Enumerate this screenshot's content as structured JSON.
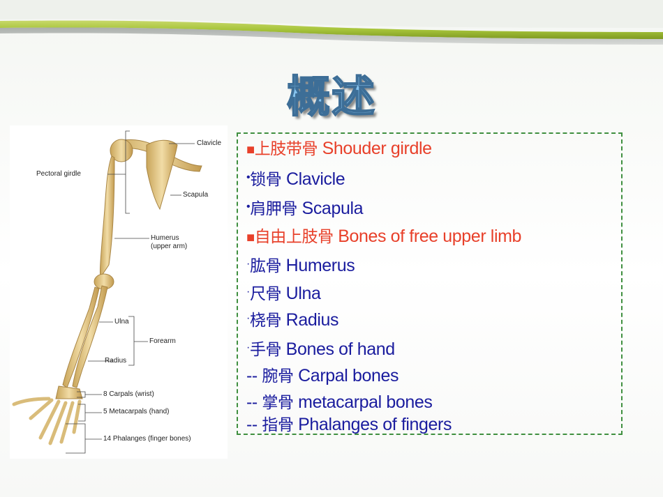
{
  "slide": {
    "title": "概述"
  },
  "figure": {
    "labels": {
      "clavicle": "Clavicle",
      "pectoral_girdle": "Pectoral girdle",
      "scapula": "Scapula",
      "humerus_1": "Humerus",
      "humerus_2": "(upper arm)",
      "ulna": "Ulna",
      "forearm": "Forearm",
      "radius": "Radius",
      "carpals": "8 Carpals (wrist)",
      "metacarpals": "5 Metacarpals (hand)",
      "phalanges": "14 Phalanges (finger bones)"
    }
  },
  "content": {
    "items": [
      {
        "bullet": "■",
        "zh": "上肢带骨",
        "en": " Shouder girdle",
        "color": "#e8402a"
      },
      {
        "bullet": "•",
        "zh": "锁骨",
        "en": " Clavicle",
        "color": "#1a1c9e"
      },
      {
        "bullet": "•",
        "zh": "肩胛骨",
        "en": " Scapula",
        "color": "#1a1c9e"
      },
      {
        "bullet": "■",
        "zh": "自由上肢骨",
        "en": " Bones of free upper limb",
        "color": "#e8402a"
      },
      {
        "bullet": "·",
        "zh": "肱骨",
        "en": " Humerus",
        "color": "#1a1c9e"
      },
      {
        "bullet": "·",
        "zh": "尺骨",
        "en": " Ulna",
        "color": "#1a1c9e"
      },
      {
        "bullet": "·",
        "zh": "桡骨",
        "en": " Radius",
        "color": "#1a1c9e"
      },
      {
        "bullet": "·",
        "zh": "手骨",
        "en": " Bones of hand",
        "color": "#1a1c9e"
      },
      {
        "bullet": "-- ",
        "zh": "腕骨",
        "en": " Carpal bones",
        "color": "#1a1c9e"
      },
      {
        "bullet": "-- ",
        "zh": "掌骨",
        "en": " metacarpal bones",
        "color": "#1a1c9e"
      },
      {
        "bullet": "-- ",
        "zh": "指骨",
        "en": " Phalanges of fingers",
        "color": "#1a1c9e"
      }
    ]
  },
  "colors": {
    "accent_band": "#a6c43a",
    "title_fill": "#86c3ee",
    "heading_red": "#e8402a",
    "body_blue": "#1a1c9e",
    "box_border": "#3f8f3f",
    "bone": "#e6c98a"
  }
}
